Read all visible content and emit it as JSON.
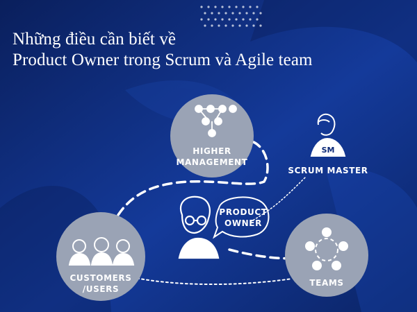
{
  "title": {
    "line1": "Những điều cần biết về",
    "line2": "Product Owner trong Scrum và Agile team"
  },
  "diagram": {
    "center": {
      "line1": "PRODUCT",
      "line2": "OWNER"
    },
    "nodes": {
      "higher_management": {
        "line1": "HIGHER",
        "line2": "MANAGEMENT"
      },
      "scrum_master": {
        "label": "SCRUM MASTER",
        "badge": "SM"
      },
      "customers": {
        "line1": "CUSTOMERS",
        "line2": "/USERS"
      },
      "teams": {
        "label": "TEAMS"
      }
    }
  },
  "colors": {
    "background": "#0d2a78",
    "background_dark": "#0a1f5c",
    "circle_fill": "#9aa3b5",
    "text": "#ffffff"
  },
  "icons": [
    "hierarchy-icon",
    "scrum-master-figure-icon",
    "people-group-icon",
    "team-cycle-icon",
    "product-owner-avatar-icon"
  ]
}
